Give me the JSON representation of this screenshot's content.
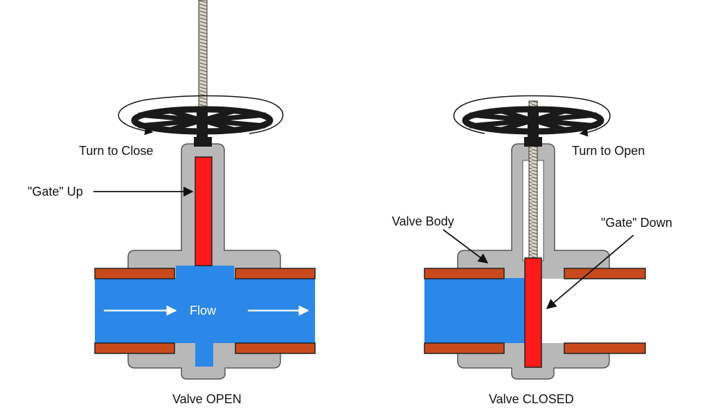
{
  "colors": {
    "valve_body": "#b8b8b8",
    "valve_body_stroke": "#555555",
    "gate": "#ff1a1a",
    "pipe_flange": "#c84a1c",
    "water": "#2b87e8",
    "handwheel": "#1a1a1a",
    "stem": "#cfc9bd",
    "arrow": "#111111",
    "flow_arrow": "#ffffff"
  },
  "open_valve": {
    "rotation_label": "Turn to Close",
    "gate_label": "\"Gate\" Up",
    "flow_label": "Flow",
    "caption": "Valve OPEN",
    "gate_state": "up"
  },
  "closed_valve": {
    "rotation_label": "Turn to Open",
    "body_label": "Valve Body",
    "gate_label": "\"Gate\" Down",
    "caption": "Valve CLOSED",
    "gate_state": "down"
  }
}
